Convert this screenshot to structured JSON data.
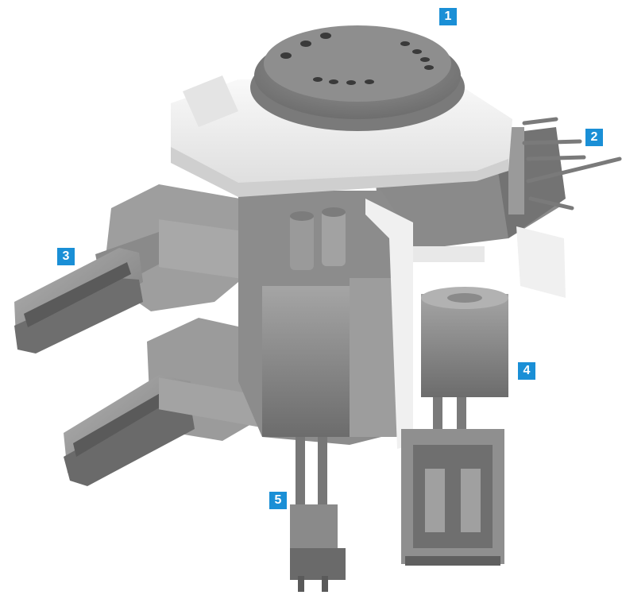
{
  "callouts": [
    {
      "label": "1",
      "color": "#1a8fd6"
    },
    {
      "label": "2",
      "color": "#1a8fd6"
    },
    {
      "label": "3",
      "color": "#1a8fd6"
    },
    {
      "label": "4",
      "color": "#1a8fd6"
    },
    {
      "label": "5",
      "color": "#1a8fd6"
    }
  ],
  "colors": {
    "background": "#ffffff",
    "white_parts": "#f2f2f2",
    "metal_light": "#a9a9a9",
    "metal_mid": "#8e8e8e",
    "metal_dark": "#6b6b6b",
    "metal_shadow": "#4e4e4e"
  }
}
